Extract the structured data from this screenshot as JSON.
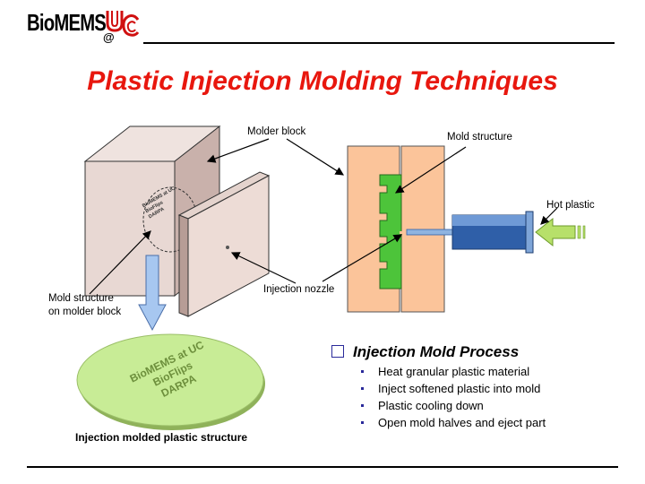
{
  "header": {
    "logo_text": "BioMEMS",
    "logo_at": "@",
    "uc_monogram": "UC"
  },
  "title": "Plastic Injection Molding Techniques",
  "diagram": {
    "labels": {
      "molder_block": "Molder block",
      "mold_structure": "Mold structure",
      "hot_plastic": "Hot plastic",
      "injection_nozzle": "Injection nozzle",
      "mold_on_block_line1": "Mold structure",
      "mold_on_block_line2": "on molder block",
      "structure_caption": "Injection molded plastic structure"
    },
    "block_etching": [
      "BioMEMS at UC",
      "BioFlips",
      "DARPA"
    ],
    "disc_text": [
      "BioMEMS at UC",
      "BioFlips",
      "DARPA"
    ],
    "colors": {
      "block_face": "#e9d9d4",
      "block_side": "#c8b0aa",
      "mold_body": "#fbc49a",
      "mold_cavity": "#4dc43a",
      "nozzle_blue": "#2f5fa8",
      "disc": "#c8ec96",
      "arrow_blue": "#a7c7f0",
      "hot_arrow": "#b7e06a"
    }
  },
  "process": {
    "heading": "Injection Mold Process",
    "steps": [
      "Heat  granular plastic material",
      "Inject softened plastic into mold",
      "Plastic cooling down",
      "Open mold halves and eject part"
    ]
  }
}
